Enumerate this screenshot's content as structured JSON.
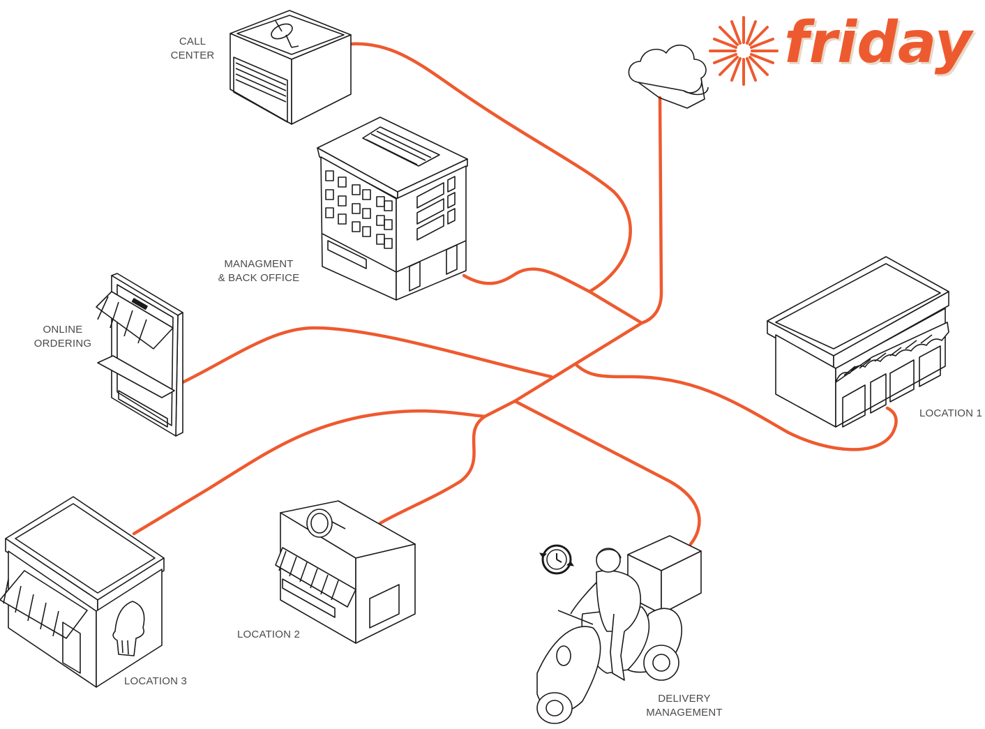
{
  "brand": {
    "name": "friday",
    "color": "#ee5a2f",
    "shadow": "#e7d9c8"
  },
  "colors": {
    "line": "#ee5a2f",
    "ink": "#1a1a1a",
    "label": "#4a4a4a"
  },
  "nodes": {
    "call_center": {
      "line1": "CALL",
      "line2": "CENTER",
      "icon": "satellite-dish-building-icon"
    },
    "management": {
      "line1": "MANAGMENT",
      "line2": "& BACK OFFICE",
      "icon": "office-tower-icon"
    },
    "online_ordering": {
      "line1": "ONLINE",
      "line2": "ORDERING",
      "icon": "smartphone-storefront-icon"
    },
    "location_1": {
      "label": "LOCATION  1",
      "icon": "storefront-awning-icon"
    },
    "location_2": {
      "label": "LOCATION  2",
      "icon": "shop-with-sign-icon"
    },
    "location_3": {
      "label": "LOCATION  3",
      "icon": "cupcake-shop-icon"
    },
    "delivery": {
      "line1": "DELIVERY",
      "line2": "MANAGEMENT",
      "icon": "scooter-courier-icon",
      "badge_icon": "clock-refresh-icon"
    },
    "cloud": {
      "icon": "cloud-icon"
    }
  }
}
